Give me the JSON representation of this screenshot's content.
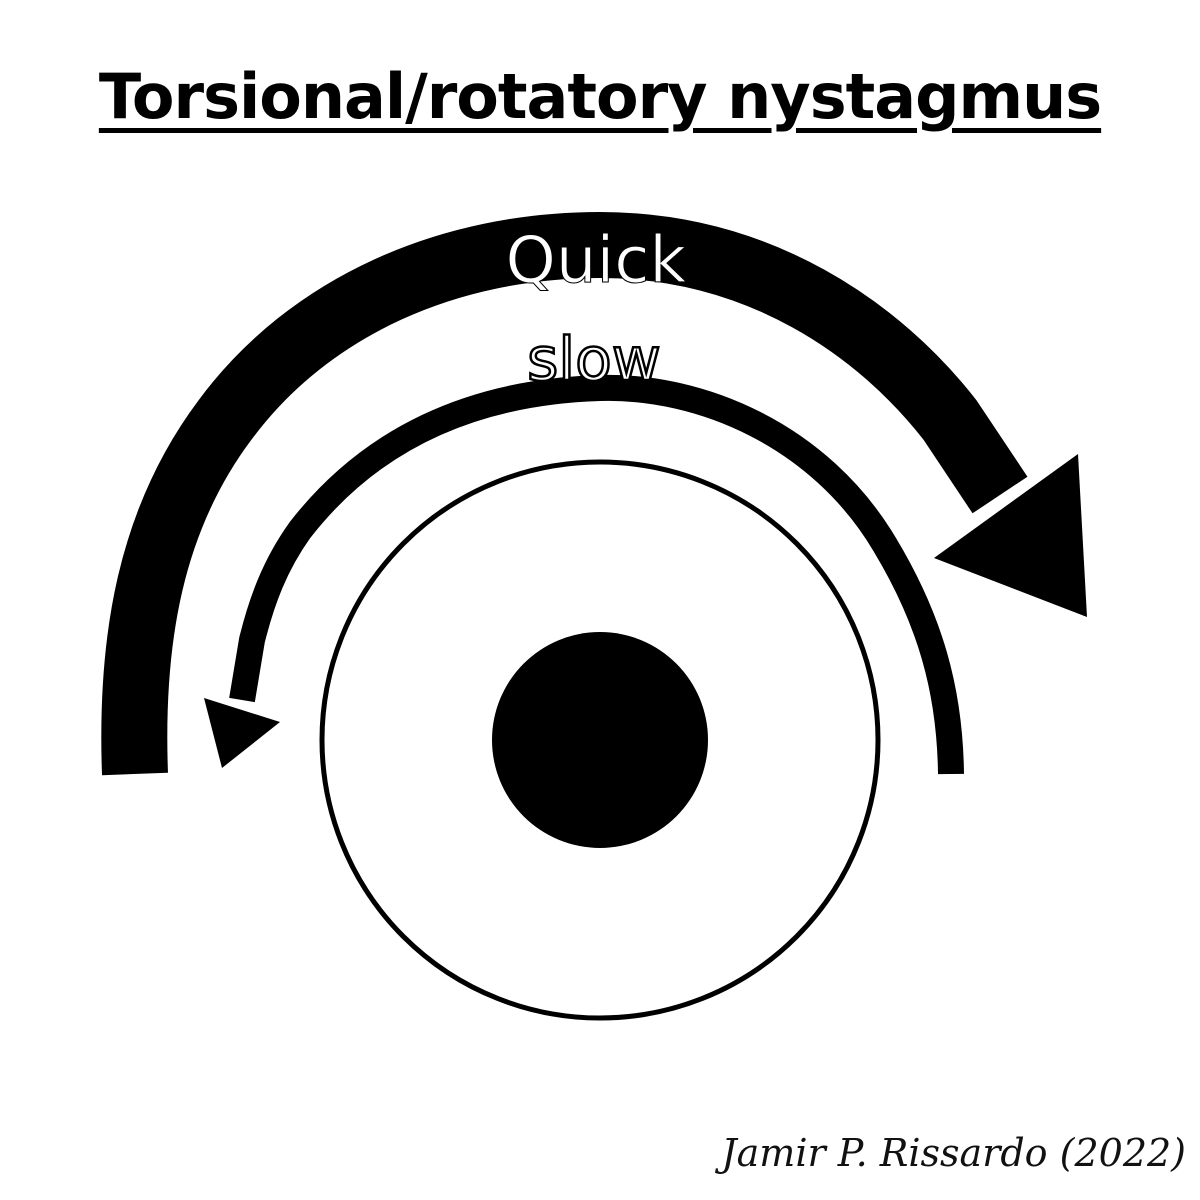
{
  "title": "Torsional/rotatory nystagmus",
  "labels": {
    "quick": "Quick",
    "slow": "slow"
  },
  "credit": "Jamir P. Rissardo (2022)",
  "colors": {
    "ink": "#000000",
    "label_text": "#ffffff",
    "background": "#ffffff"
  },
  "icons": {
    "quick_arrow": "clockwise-arc-arrow",
    "slow_arrow": "counterclockwise-arc-arrow",
    "eye": "eye-outline",
    "pupil": "pupil-disc"
  }
}
